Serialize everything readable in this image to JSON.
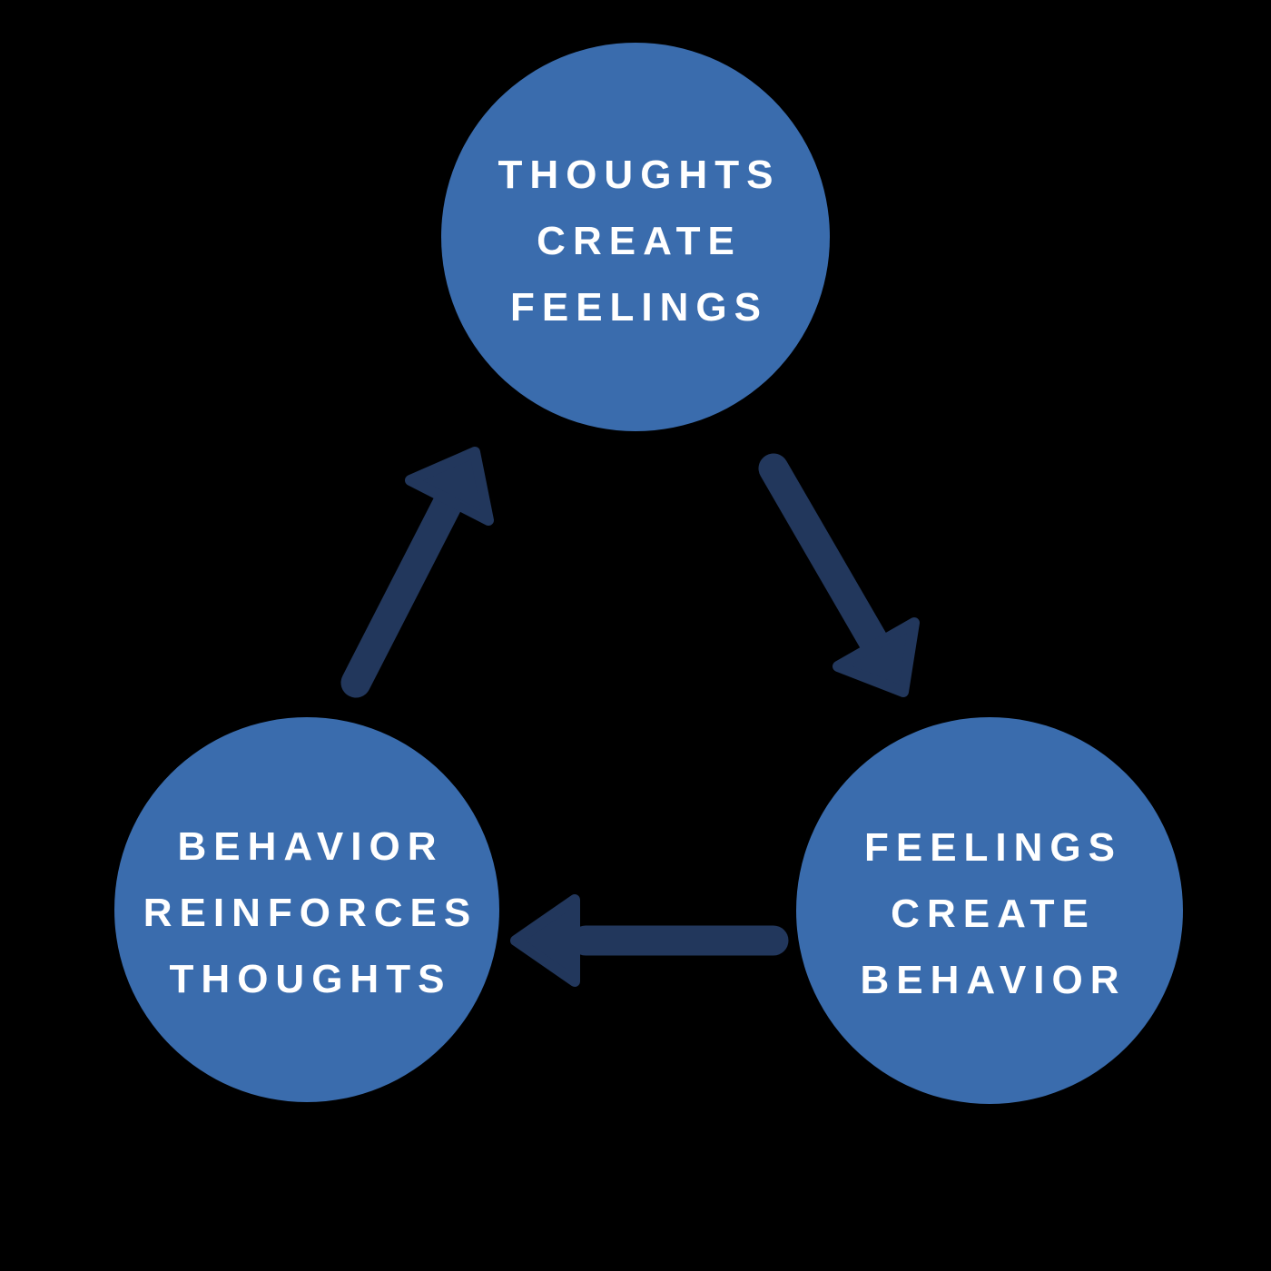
{
  "diagram": {
    "kind": "cycle",
    "nodes": [
      {
        "id": "thoughts-create-feelings",
        "lines": [
          "THOUGHTS",
          "CREATE",
          "FEELINGS"
        ]
      },
      {
        "id": "feelings-create-behavior",
        "lines": [
          "FEELINGS",
          "CREATE",
          "BEHAVIOR"
        ]
      },
      {
        "id": "behavior-reinforces-thoughts",
        "lines": [
          "BEHAVIOR",
          "REINFORCES",
          "THOUGHTS"
        ]
      }
    ],
    "edges": [
      {
        "from": "thoughts-create-feelings",
        "to": "feelings-create-behavior"
      },
      {
        "from": "feelings-create-behavior",
        "to": "behavior-reinforces-thoughts"
      },
      {
        "from": "behavior-reinforces-thoughts",
        "to": "thoughts-create-feelings"
      }
    ]
  },
  "colors": {
    "background": "#000000",
    "circle": "#3A6CAD",
    "arrow": "#22375C",
    "text": "#FFFFFF"
  }
}
